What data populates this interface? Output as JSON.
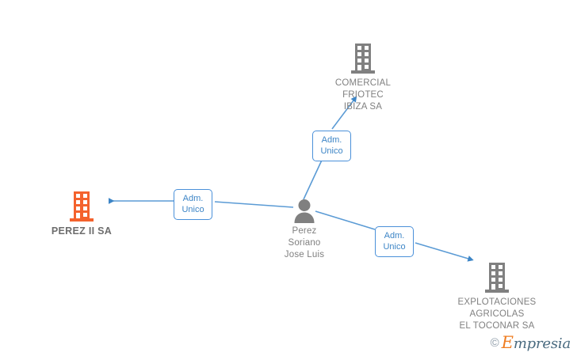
{
  "diagram": {
    "title": "Corporate relationship graph",
    "background": "#ffffff",
    "edge_color": "#3d85c6",
    "node_gray": "#808080",
    "node_highlight": "#f4622d"
  },
  "nodes": [
    {
      "id": "comercial-friotec-ibiza",
      "type": "company",
      "icon": "building-icon",
      "label": "COMERCIAL\nFRIOTEC\nIBIZA SA",
      "color": "#808080",
      "highlight": false
    },
    {
      "id": "perez-ii-sa",
      "type": "company",
      "icon": "building-icon",
      "label": "PEREZ II SA",
      "color": "#f4622d",
      "highlight": true
    },
    {
      "id": "perez-soriano-jose-luis",
      "type": "person",
      "icon": "person-icon",
      "label": "Perez\nSoriano\nJose Luis",
      "color": "#808080",
      "highlight": false
    },
    {
      "id": "explotaciones-agricolas-el-toconar",
      "type": "company",
      "icon": "building-icon",
      "label": "EXPLOTACIONES\nAGRICOLAS\nEL TOCONAR SA",
      "color": "#808080",
      "highlight": false
    }
  ],
  "edges": [
    {
      "id": "edge-to-friotec",
      "from": "perez-soriano-jose-luis",
      "to": "comercial-friotec-ibiza",
      "label": "Adm.\nUnico"
    },
    {
      "id": "edge-to-perez-ii",
      "from": "perez-soriano-jose-luis",
      "to": "perez-ii-sa",
      "label": "Adm.\nUnico"
    },
    {
      "id": "edge-to-toconar",
      "from": "perez-soriano-jose-luis",
      "to": "explotaciones-agricolas-el-toconar",
      "label": "Adm.\nUnico"
    }
  ],
  "watermark": {
    "copyright": "©",
    "brand_initial": "E",
    "brand_rest": "mpresia"
  }
}
